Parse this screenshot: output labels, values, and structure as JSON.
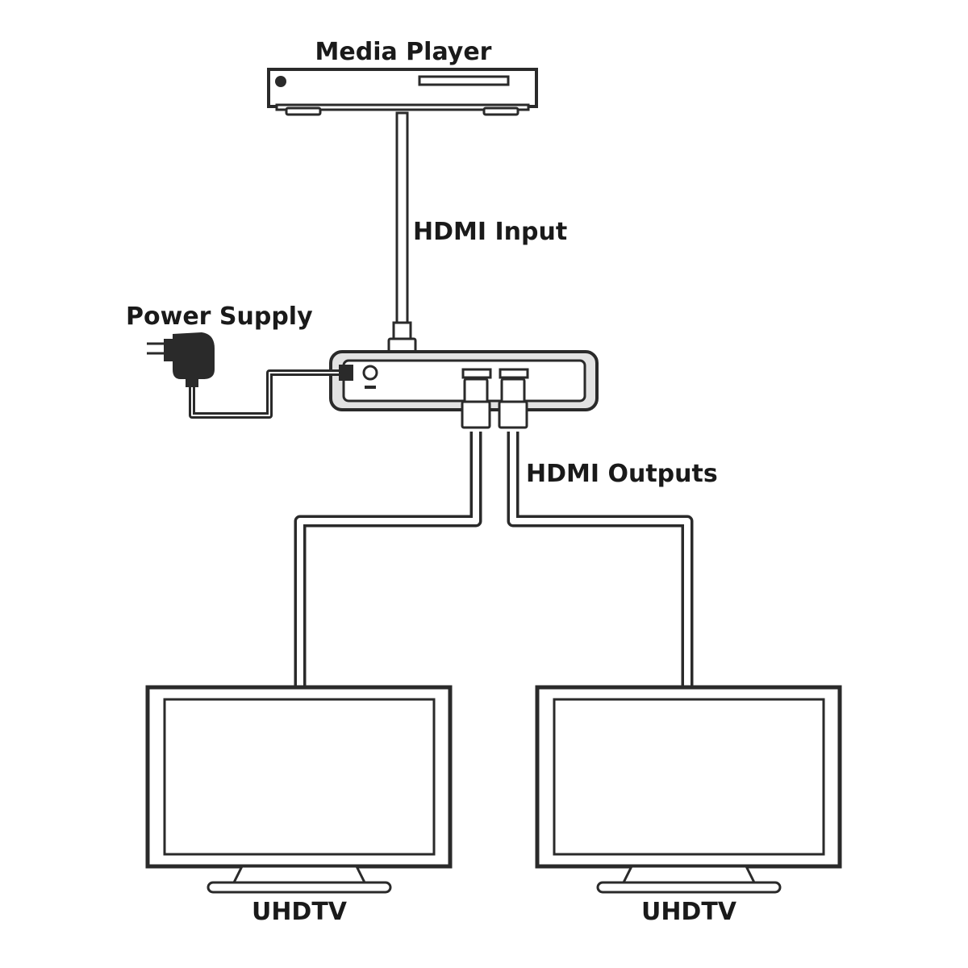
{
  "labels": {
    "media_player": "Media Player",
    "hdmi_input": "HDMI Input",
    "power_supply": "Power Supply",
    "hdmi_outputs": "HDMI Outputs",
    "tv_left": "UHDTV",
    "tv_right": "UHDTV"
  },
  "colors": {
    "line": "#2a2a2a",
    "device_fill": "#e2e2e2",
    "cable_fill": "#ffffff",
    "background": "#ffffff"
  }
}
